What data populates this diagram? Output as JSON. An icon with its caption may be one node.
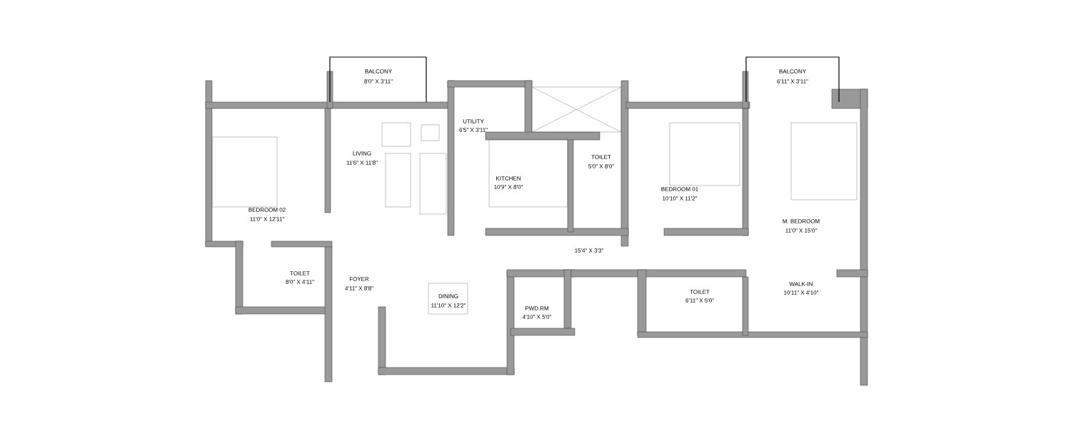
{
  "diagram": {
    "labels": [
      "BALCONY",
      "8'0\" X 3'11\"",
      "BALCONY",
      "6'11\" X 3'11\"",
      "UTILITY",
      "6'5\" X 3'11\"",
      "LIVING",
      "11'6\" X 11'8\"",
      "TOILET",
      "5'0\" X 8'0\"",
      "KITCHEN",
      "10'9\" X 8'0\"",
      "BEDROOM 01",
      "10'10\" X 11'2\"",
      "BEDROOM 02",
      "11'0\" X 12'11\"",
      "M. BEDROOM",
      "11'0\" X 15'0\"",
      "15'4\" X 3'3\"",
      "TOILET",
      "8'0\" X 4'11\"",
      "FOYER",
      "4'11\" X 8'8\"",
      "WALK-IN",
      "10'11\" X 4'10\"",
      "TOILET",
      "6'11\" X 5'0\"",
      "DINING",
      "11'10\" X 12'2\"",
      "PWD.RM",
      "4'10\" X 5'0\""
    ]
  }
}
